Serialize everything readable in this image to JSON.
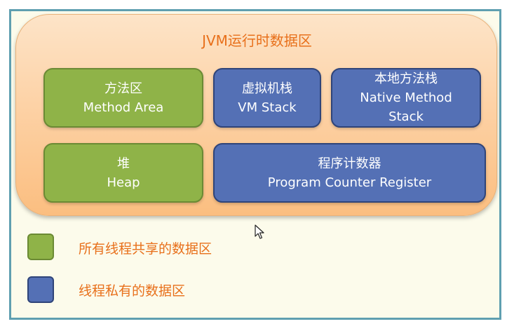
{
  "diagram": {
    "title": "JVM运行时数据区",
    "boxes": {
      "method_area": {
        "zh": "方法区",
        "en": "Method Area"
      },
      "vm_stack": {
        "zh": "虚拟机栈",
        "en": "VM Stack"
      },
      "native_stack": {
        "zh": "本地方法栈",
        "en_line1": "Native Method",
        "en_line2": "Stack"
      },
      "heap": {
        "zh": "堆",
        "en": "Heap"
      },
      "pc_register": {
        "zh": "程序计数器",
        "en": "Program Counter Register"
      }
    },
    "legend": {
      "shared": "所有线程共享的数据区",
      "private": "线程私有的数据区"
    }
  },
  "colors": {
    "shared_green": "#8fb348",
    "private_blue": "#5470b5",
    "title_orange": "#e8701b",
    "region_orange": "#fbbe80",
    "frame": "#5f9fb0"
  },
  "icons": {
    "cursor": "mouse-pointer-icon"
  }
}
